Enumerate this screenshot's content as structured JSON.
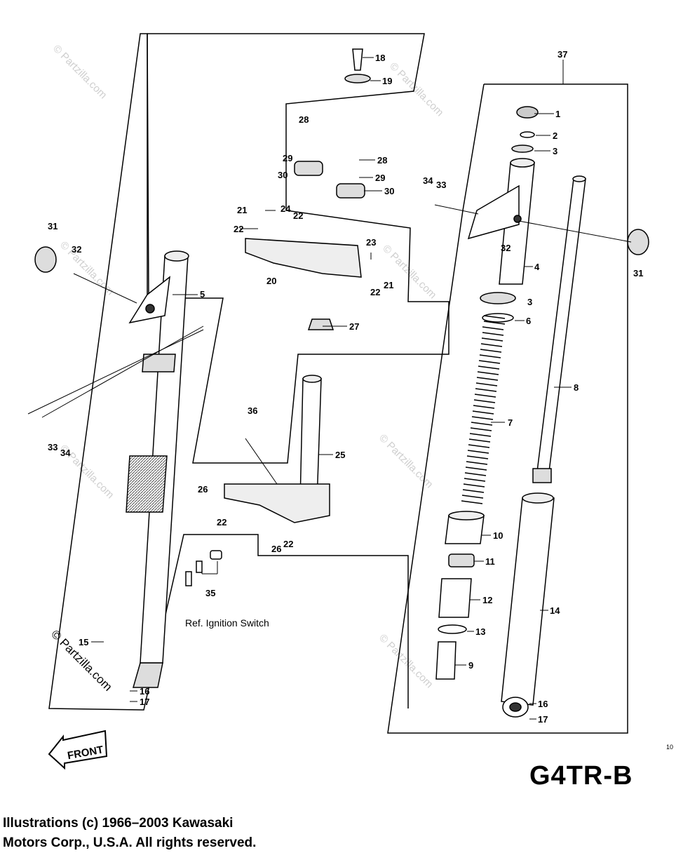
{
  "model_code": "G4TR-B",
  "copyright": {
    "line1": "Illustrations (c) 1966–2003 Kawasaki",
    "line2": "Motors Corp., U.S.A.  All rights reserved."
  },
  "front_label": "FRONT",
  "ref_label": "Ref. Ignition Switch",
  "watermark": "© Partzilla.com",
  "corner_mark": "10",
  "part_numbers": {
    "p1": "1",
    "p2": "2",
    "p3": "3",
    "p4": "4",
    "p5": "5",
    "p6": "6",
    "p7": "7",
    "p8": "8",
    "p9": "9",
    "p10": "10",
    "p11": "11",
    "p12": "12",
    "p13": "13",
    "p14": "14",
    "p15": "15",
    "p16": "16",
    "p17": "17",
    "p18": "18",
    "p19": "19",
    "p20": "20",
    "p21": "21",
    "p22": "22",
    "p23": "23",
    "p24": "24",
    "p25": "25",
    "p26": "26",
    "p27": "27",
    "p28": "28",
    "p29": "29",
    "p30": "30",
    "p31": "31",
    "p32": "32",
    "p33": "33",
    "p34": "34",
    "p35": "35",
    "p36": "36",
    "p37": "37"
  }
}
